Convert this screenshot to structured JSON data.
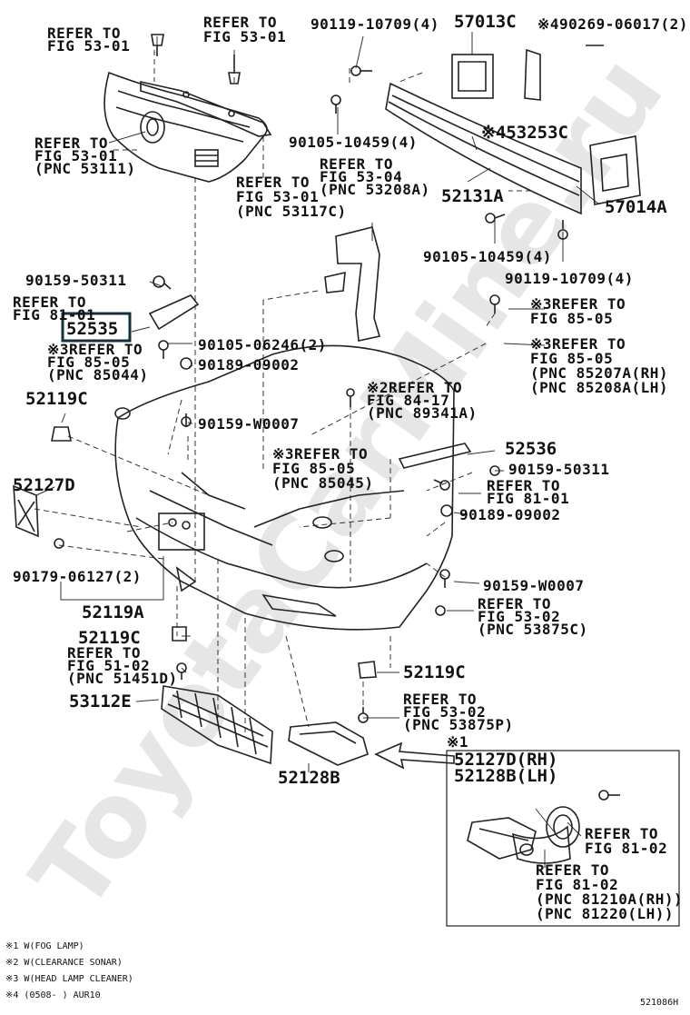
{
  "watermark": "ToyotaCarMine.ru",
  "figure_code": "521086H",
  "callouts": {
    "refer_53_01_a": "REFER TO\nFIG 53-01",
    "refer_53_01_b": "REFER TO\nFIG 53-01",
    "p_90119_10709_top": "90119-10709(4)",
    "p_57013C": "57013C",
    "p_90269_06017": "※490269-06017(2)",
    "refer_53111": "REFER TO\nFIG 53-01\n(PNC 53111)",
    "p_90105_10459_top": "90105-10459(4)",
    "p_53253C": "※453253C",
    "refer_53208A": "REFER TO\nFIG 53-04\n(PNC 53208A)",
    "refer_53117C": "REFER TO\nFIG 53-01\n(PNC 53117C)",
    "p_52131A": "52131A",
    "p_57014A": "57014A",
    "p_90105_10459_mid": "90105-10459(4)",
    "p_90159_50311_top": "90159-50311",
    "p_90119_10709_mid": "90119-10709(4)",
    "refer_81_01_a": "REFER TO\nFIG 81-01",
    "p_52535": "52535",
    "refer_85_05_a": "※3REFER TO\nFIG 85-05",
    "p_90105_06246": "90105-06246(2)",
    "refer_85044": "※3REFER TO\nFIG 85-05\n(PNC 85044)",
    "refer_85207": "※3REFER TO\nFIG 85-05\n(PNC 85207A(RH)\n(PNC 85208A(LH)",
    "p_90189_09002_top": "90189-09002",
    "p_52119C_left": "52119C",
    "refer_89341A": "※2REFER TO\nFIG 84-17\n(PNC 89341A)",
    "p_90159_W0007_top": "90159-W0007",
    "refer_85045": "※3REFER TO\nFIG 85-05\n(PNC 85045)",
    "p_52536": "52536",
    "p_52127D": "52127D",
    "p_90159_50311_right": "90159-50311",
    "refer_81_01_b": "REFER TO\nFIG 81-01",
    "p_90189_09002_right": "90189-09002",
    "p_90179_06127": "90179-06127(2)",
    "p_90159_W0007_right": "90159-W0007",
    "p_52119A": "52119A",
    "refer_53875C": "REFER TO\nFIG 53-02\n(PNC 53875C)",
    "p_52119C_bl": "52119C",
    "refer_51451D": "REFER TO\nFIG 51-02\n(PNC 51451D)",
    "p_52119C_br": "52119C",
    "p_53112E": "53112E",
    "refer_53875P": "REFER TO\nFIG 53-02\n(PNC 53875P)",
    "p_52128B": "52128B",
    "inset_mark": "※1",
    "inset_title": "52127D(RH)\n52128B(LH)",
    "refer_81_02": "REFER TO\nFIG 81-02",
    "refer_81210A": "REFER TO\nFIG 81-02\n(PNC 81210A(RH))\n(PNC 81220(LH))"
  },
  "footnotes": [
    "※1 W(FOG LAMP)",
    "※2 W(CLEARANCE SONAR)",
    "※3 W(HEAD LAMP CLEANER)",
    "※4 (0508-    ) AUR10"
  ]
}
